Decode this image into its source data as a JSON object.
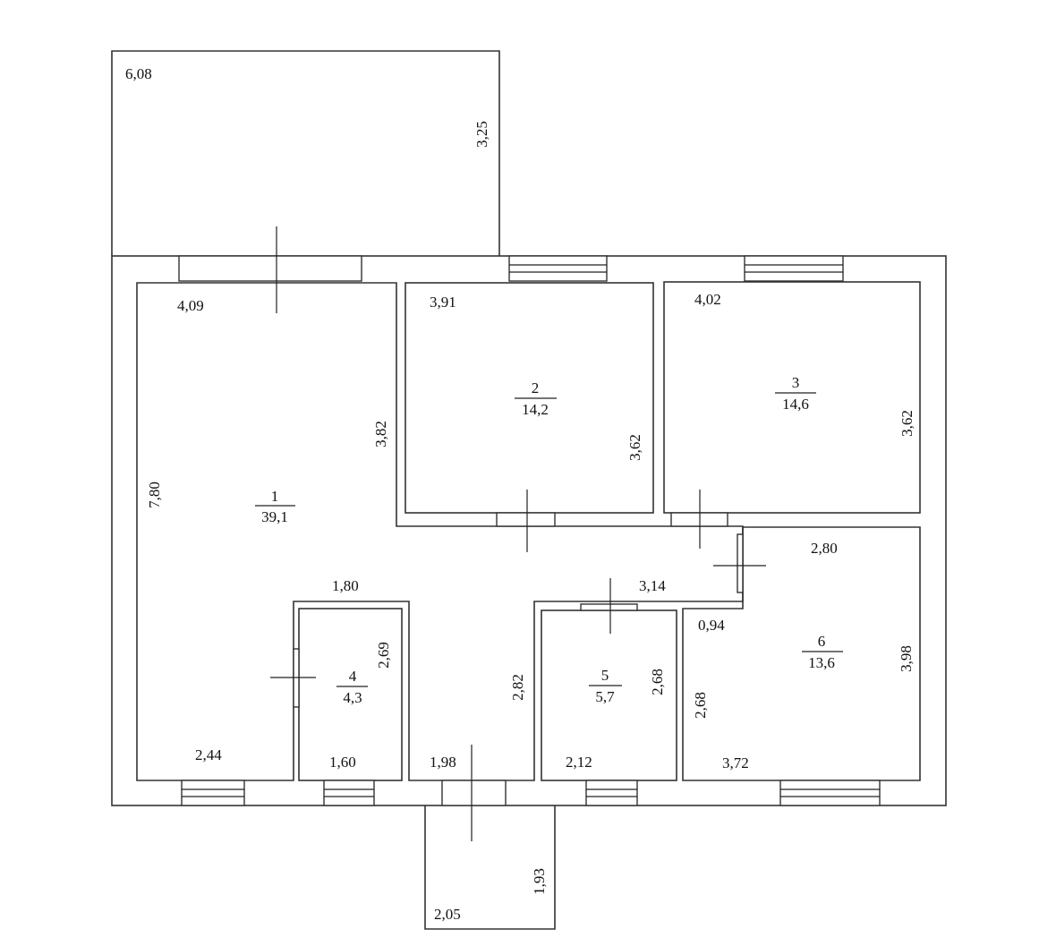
{
  "plan": {
    "balcony": {
      "width": "6,08",
      "depth": "3,25"
    },
    "porch": {
      "width": "2,05",
      "depth": "1,93"
    },
    "rooms": [
      {
        "number": "1",
        "area": "39,1",
        "dims": [
          "4,09",
          "3,82",
          "7,80",
          "2,44",
          "1,80",
          "1,98",
          "2,82",
          "3,14"
        ]
      },
      {
        "number": "2",
        "area": "14,2",
        "dims": [
          "3,91",
          "3,62"
        ]
      },
      {
        "number": "3",
        "area": "14,6",
        "dims": [
          "4,02",
          "3,62"
        ]
      },
      {
        "number": "4",
        "area": "4,3",
        "dims": [
          "2,69",
          "1,60"
        ]
      },
      {
        "number": "5",
        "area": "5,7",
        "dims": [
          "2,68",
          "2,12"
        ]
      },
      {
        "number": "6",
        "area": "13,6",
        "dims": [
          "2,80",
          "0,94",
          "3,98",
          "2,68",
          "3,72"
        ]
      }
    ]
  }
}
